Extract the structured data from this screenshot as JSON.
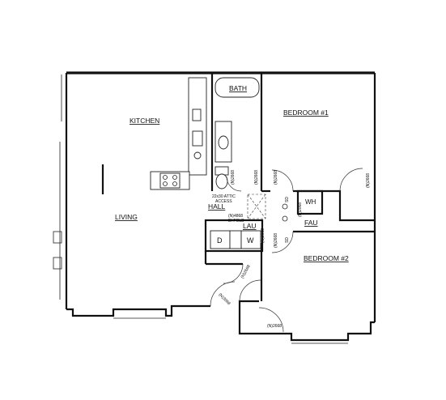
{
  "rooms": {
    "kitchen": "KITCHEN",
    "bath": "BATH",
    "bedroom1": "BEDROOM #1",
    "living": "LIVING",
    "hall": "HALL",
    "lau": "LAU",
    "bedroom2": "BEDROOM #2",
    "fau": "FAU"
  },
  "appliances": {
    "dryer": "D",
    "washer": "W",
    "water_heater": "WH"
  },
  "notes": {
    "attic_line1": "22x30 ATTIC",
    "attic_line2": "ACCESS",
    "lau_door_line1": "(N)4868",
    "lau_door_line2": "BI-FOLD"
  },
  "doors": {
    "d1": "(N)2668",
    "d2": "(N)2668",
    "d3": "(N)2668",
    "d4": "(N)2668",
    "d5": "(N)2668",
    "d6": "(N)2668",
    "d7": "(N)2668",
    "d8": "(N)3068",
    "d9": "(N)2668",
    "d10": "(N)2068"
  },
  "closet_marks": {
    "c1": "SD",
    "c2": "SD"
  }
}
